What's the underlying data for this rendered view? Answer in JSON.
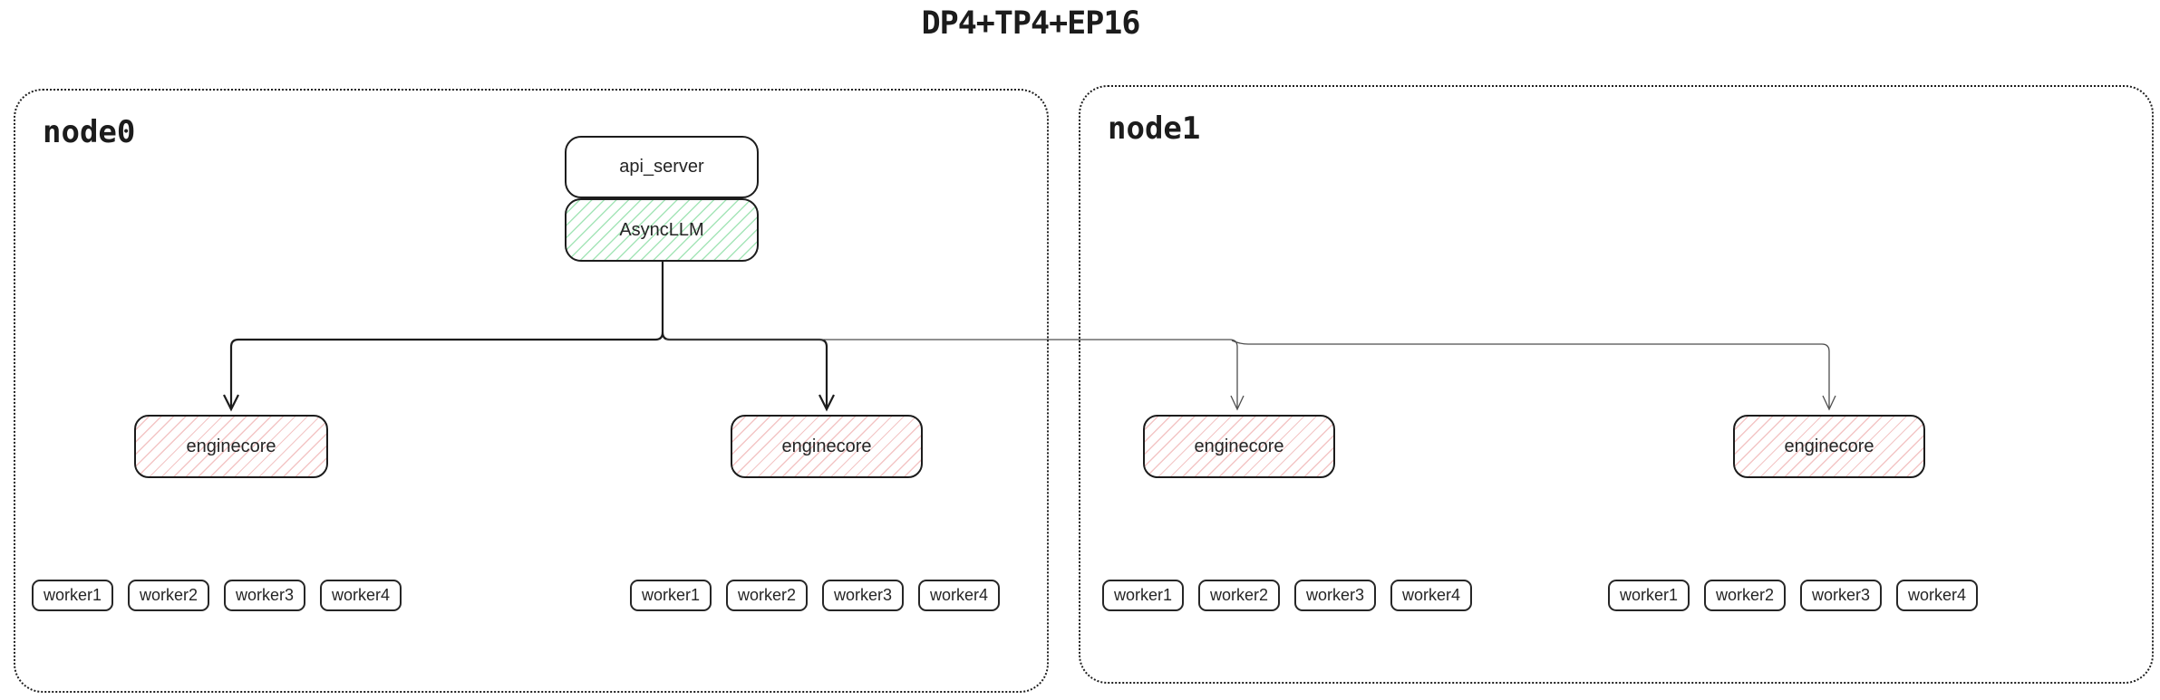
{
  "title": "DP4+TP4+EP16",
  "nodes": [
    {
      "label": "node0"
    },
    {
      "label": "node1"
    }
  ],
  "api_server": {
    "label": "api_server"
  },
  "async_llm": {
    "label": "AsyncLLM"
  },
  "enginecores": [
    {
      "label": "enginecore",
      "node": "node0"
    },
    {
      "label": "enginecore",
      "node": "node0"
    },
    {
      "label": "enginecore",
      "node": "node1"
    },
    {
      "label": "enginecore",
      "node": "node1"
    }
  ],
  "worker_groups": [
    {
      "node": "node0",
      "workers": [
        "worker1",
        "worker2",
        "worker3",
        "worker4"
      ]
    },
    {
      "node": "node0",
      "workers": [
        "worker1",
        "worker2",
        "worker3",
        "worker4"
      ]
    },
    {
      "node": "node1",
      "workers": [
        "worker1",
        "worker2",
        "worker3",
        "worker4"
      ]
    },
    {
      "node": "node1",
      "workers": [
        "worker1",
        "worker2",
        "worker3",
        "worker4"
      ]
    }
  ],
  "colors": {
    "green_hatch": "#69d488",
    "red_hatch": "#e88c8c",
    "line_thick": "#1c1c1c",
    "line_thin": "#4d4d4d"
  }
}
